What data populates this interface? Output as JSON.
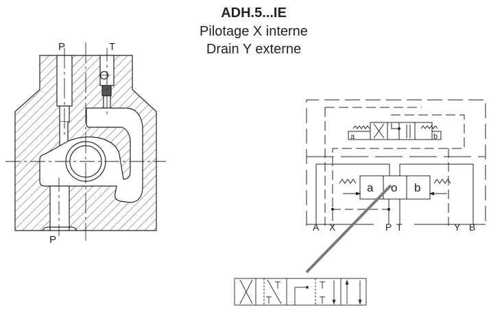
{
  "title": {
    "model": "ADH.5...IE",
    "line1": "Pilotage X interne",
    "line2": "Drain Y externe"
  },
  "section_view": {
    "port_top_left": "P",
    "port_top_right": "T",
    "port_bottom": "P"
  },
  "schematic": {
    "ports": [
      "A",
      "X",
      "P",
      "T",
      "Y",
      "B"
    ],
    "pilot_valve": {
      "left": "a",
      "right": "b"
    },
    "main_valve": {
      "left": "a",
      "center": "o",
      "right": "b"
    }
  },
  "colors": {
    "line": "#222222",
    "pointer": "#7a7a7a"
  }
}
